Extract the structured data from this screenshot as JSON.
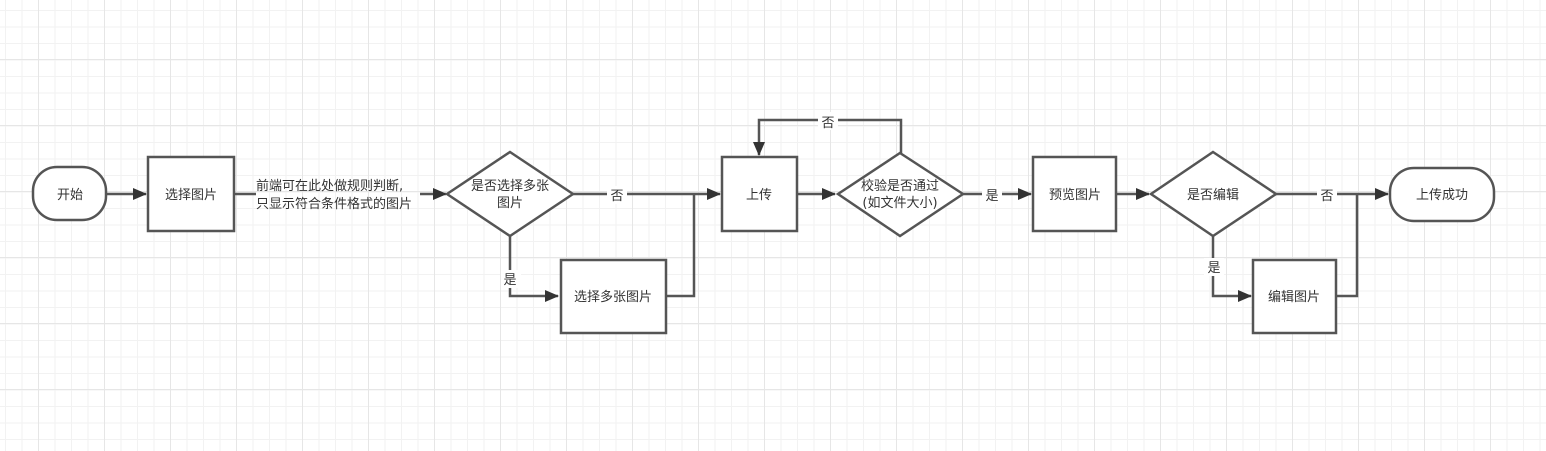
{
  "diagram": {
    "type": "flowchart",
    "nodes": {
      "start": {
        "label": "开始",
        "shape": "terminator"
      },
      "select_image": {
        "label": "选择图片",
        "shape": "process"
      },
      "is_multi": {
        "label_lines": [
          "是否选择多张",
          "图片"
        ],
        "shape": "decision"
      },
      "select_multi": {
        "label": "选择多张图片",
        "shape": "process"
      },
      "upload": {
        "label": "上传",
        "shape": "process"
      },
      "validate": {
        "label_lines": [
          "校验是否通过",
          "(如文件大小)"
        ],
        "shape": "decision"
      },
      "preview": {
        "label": "预览图片",
        "shape": "process"
      },
      "is_edit": {
        "label": "是否编辑",
        "shape": "decision"
      },
      "edit_image": {
        "label": "编辑图片",
        "shape": "process"
      },
      "success": {
        "label": "上传成功",
        "shape": "terminator"
      }
    },
    "edges": {
      "start_to_select": {
        "from": "start",
        "to": "select_image",
        "label": ""
      },
      "select_to_multi": {
        "from": "select_image",
        "to": "is_multi",
        "label_lines": [
          "前端可在此处做规则判断,",
          "只显示符合条件格式的图片"
        ]
      },
      "multi_no": {
        "from": "is_multi",
        "to": "upload",
        "label": "否"
      },
      "multi_yes": {
        "from": "is_multi",
        "to": "select_multi",
        "label": "是"
      },
      "selectmulti_to_upload": {
        "from": "select_multi",
        "to": "upload",
        "label": ""
      },
      "upload_to_validate": {
        "from": "upload",
        "to": "validate",
        "label": ""
      },
      "validate_no": {
        "from": "validate",
        "to": "upload",
        "label": "否"
      },
      "validate_yes": {
        "from": "validate",
        "to": "preview",
        "label": "是"
      },
      "preview_to_edit": {
        "from": "preview",
        "to": "is_edit",
        "label": ""
      },
      "edit_no": {
        "from": "is_edit",
        "to": "success",
        "label": "否"
      },
      "edit_yes": {
        "from": "is_edit",
        "to": "edit_image",
        "label": "是"
      },
      "editimage_to_success": {
        "from": "edit_image",
        "to": "success",
        "label": ""
      }
    }
  }
}
